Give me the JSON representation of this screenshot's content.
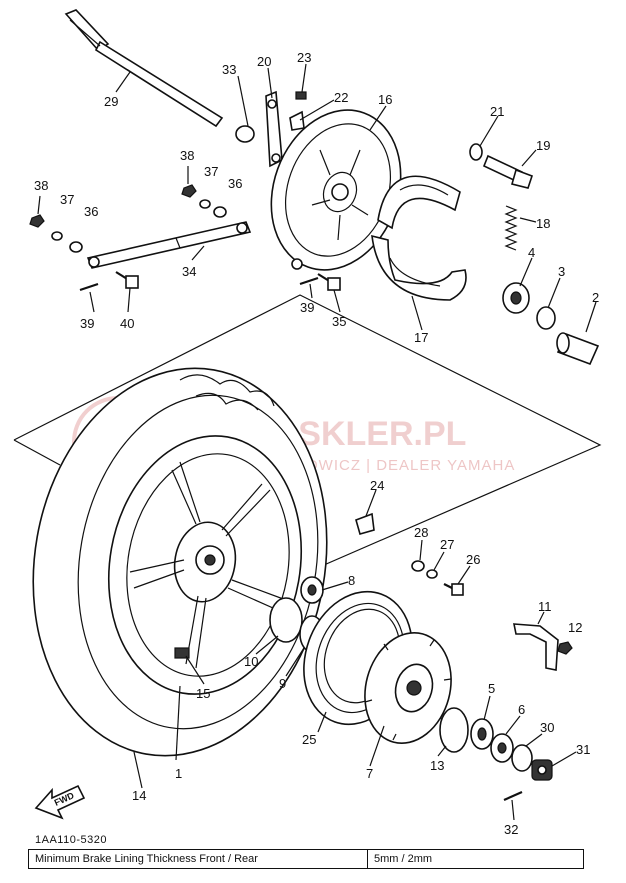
{
  "diagram": {
    "part_labels": [
      {
        "id": "l1",
        "text": "1"
      },
      {
        "id": "l2",
        "text": "2"
      },
      {
        "id": "l3",
        "text": "3"
      },
      {
        "id": "l4",
        "text": "4"
      },
      {
        "id": "l5",
        "text": "5"
      },
      {
        "id": "l6",
        "text": "6"
      },
      {
        "id": "l7",
        "text": "7"
      },
      {
        "id": "l8",
        "text": "8"
      },
      {
        "id": "l9",
        "text": "9"
      },
      {
        "id": "l10",
        "text": "10"
      },
      {
        "id": "l11",
        "text": "11"
      },
      {
        "id": "l12",
        "text": "12"
      },
      {
        "id": "l13",
        "text": "13"
      },
      {
        "id": "l14",
        "text": "14"
      },
      {
        "id": "l15",
        "text": "15"
      },
      {
        "id": "l16",
        "text": "16"
      },
      {
        "id": "l17",
        "text": "17"
      },
      {
        "id": "l18",
        "text": "18"
      },
      {
        "id": "l19",
        "text": "19"
      },
      {
        "id": "l20",
        "text": "20"
      },
      {
        "id": "l21",
        "text": "21"
      },
      {
        "id": "l22",
        "text": "22"
      },
      {
        "id": "l23",
        "text": "23"
      },
      {
        "id": "l24",
        "text": "24"
      },
      {
        "id": "l25",
        "text": "25"
      },
      {
        "id": "l26",
        "text": "26"
      },
      {
        "id": "l27",
        "text": "27"
      },
      {
        "id": "l28",
        "text": "28"
      },
      {
        "id": "l29",
        "text": "29"
      },
      {
        "id": "l30",
        "text": "30"
      },
      {
        "id": "l31",
        "text": "31"
      },
      {
        "id": "l32",
        "text": "32"
      },
      {
        "id": "l33",
        "text": "33"
      },
      {
        "id": "l34",
        "text": "34"
      },
      {
        "id": "l35",
        "text": "35"
      },
      {
        "id": "l36a",
        "text": "36"
      },
      {
        "id": "l36b",
        "text": "36"
      },
      {
        "id": "l37a",
        "text": "37"
      },
      {
        "id": "l37b",
        "text": "37"
      },
      {
        "id": "l38a",
        "text": "38"
      },
      {
        "id": "l38b",
        "text": "38"
      },
      {
        "id": "l39a",
        "text": "39"
      },
      {
        "id": "l39b",
        "text": "39"
      },
      {
        "id": "l40",
        "text": "40"
      }
    ],
    "fwd_label": "FWD",
    "watermark": {
      "brand": "YAMA-SKLER.PL",
      "tagline": "WOJCIECHOWICZ | DEALER YAMAHA"
    },
    "catalog_number": "1AA110-5320",
    "spec_table": {
      "label": "Minimum Brake Lining Thickness Front / Rear",
      "value": "5mm / 2mm"
    }
  }
}
